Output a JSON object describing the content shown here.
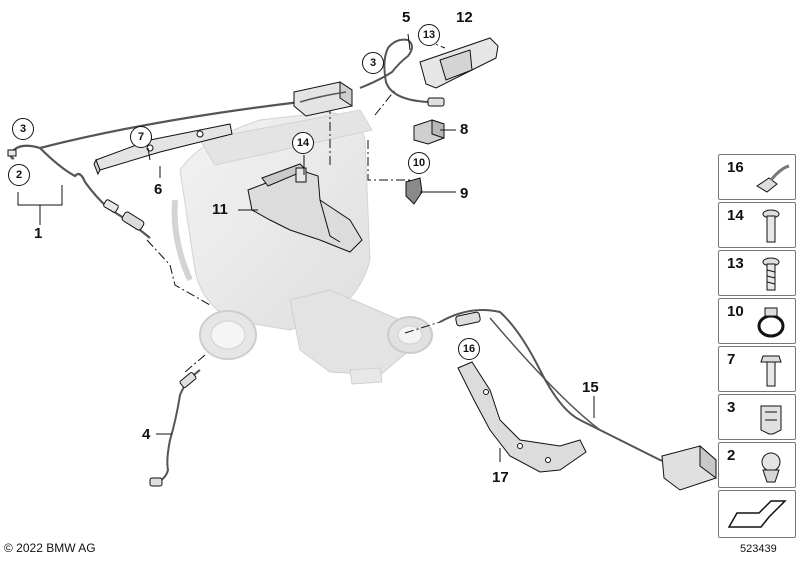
{
  "callouts": {
    "n1": "1",
    "n2": "2",
    "n3a": "3",
    "n3b": "3",
    "n4": "4",
    "n5": "5",
    "n6": "6",
    "n7": "7",
    "n8": "8",
    "n9": "9",
    "n10": "10",
    "n11": "11",
    "n12": "12",
    "n13": "13",
    "n14": "14",
    "n15": "15",
    "n16": "16",
    "n17": "17"
  },
  "legend": [
    "16",
    "14",
    "13",
    "10",
    "7",
    "3",
    "2"
  ],
  "footer": {
    "copyright": "© 2022 BMW AG",
    "diagram_number": "523439"
  },
  "colors": {
    "line": "#111111",
    "part_fill": "#e8e8e8",
    "ghost_fill": "#ececec",
    "cable": "#555555"
  }
}
